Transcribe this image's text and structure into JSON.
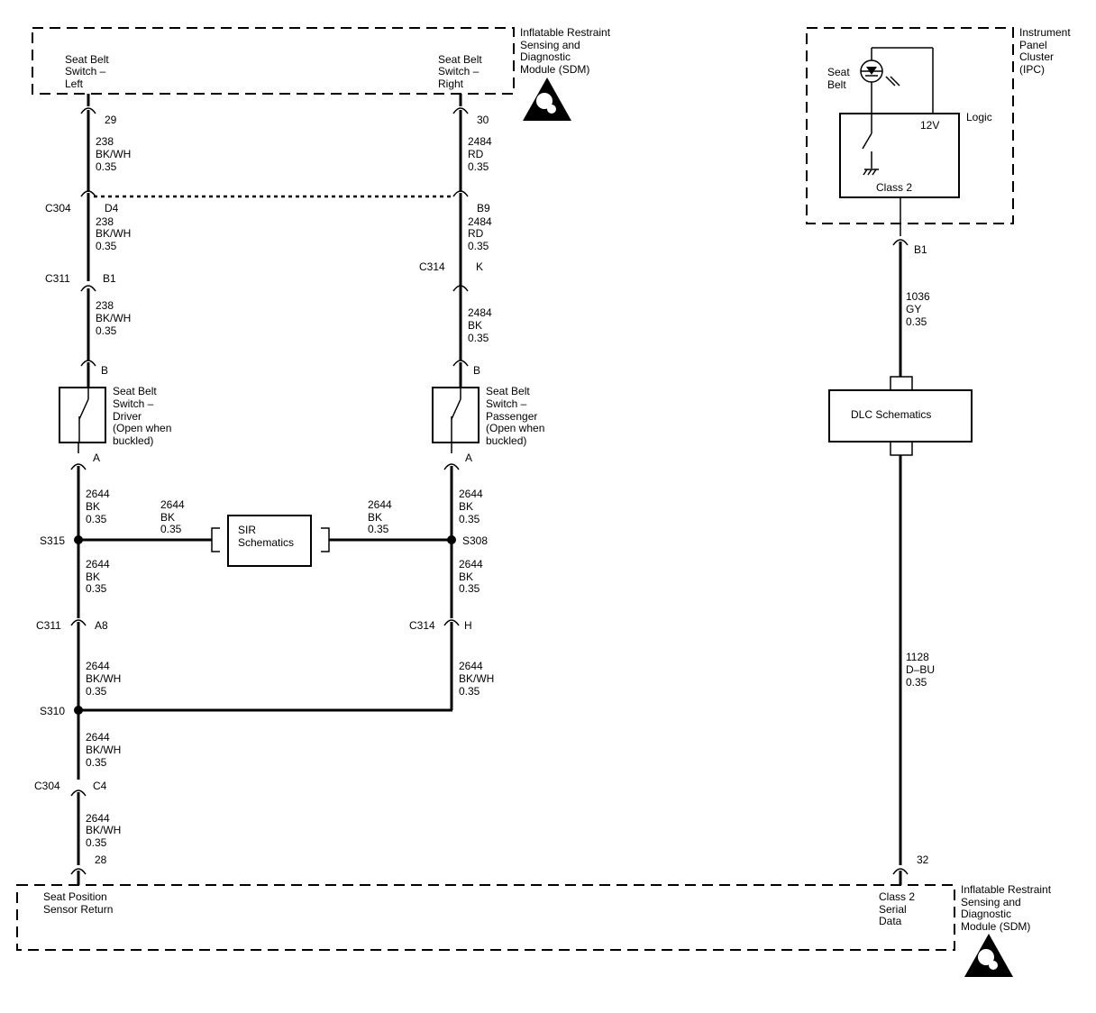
{
  "sdm_top": {
    "label": [
      "Inflatable Restraint",
      "Sensing and",
      "Diagnostic",
      "Module (SDM)"
    ],
    "left_pin": [
      "Seat Belt",
      "Switch –",
      "Left"
    ],
    "right_pin": [
      "Seat Belt",
      "Switch –",
      "Right"
    ]
  },
  "ipc": {
    "label": [
      "Instrument",
      "Panel",
      "Cluster",
      "(IPC)"
    ],
    "seat_belt": [
      "Seat",
      "Belt"
    ],
    "logic": "Logic",
    "v12": "12V",
    "class2": "Class 2",
    "pin_b1": "B1",
    "wire": [
      "1036",
      "GY",
      "0.35"
    ]
  },
  "dlc": {
    "label": "DLC Schematics"
  },
  "dlc_wire": [
    "1128",
    "D–BU",
    "0.35"
  ],
  "left_circuit": {
    "pin29": "29",
    "w1": [
      "238",
      "BK/WH",
      "0.35"
    ],
    "c304": "C304",
    "d4": "D4",
    "w2": [
      "238",
      "BK/WH",
      "0.35"
    ],
    "c311": "C311",
    "b1": "B1",
    "w3": [
      "238",
      "BK/WH",
      "0.35"
    ],
    "b": "B",
    "switch": [
      "Seat Belt",
      "Switch –",
      "Driver",
      "(Open when",
      "buckled)"
    ],
    "a": "A",
    "w4": [
      "2644",
      "BK",
      "0.35"
    ],
    "s315": "S315",
    "w5": [
      "2644",
      "BK",
      "0.35"
    ],
    "c311b": "C311",
    "a8": "A8",
    "w6": [
      "2644",
      "BK/WH",
      "0.35"
    ],
    "s310": "S310",
    "w7": [
      "2644",
      "BK/WH",
      "0.35"
    ],
    "c304b": "C304",
    "c4": "C4",
    "w8": [
      "2644",
      "BK/WH",
      "0.35"
    ],
    "pin28": "28"
  },
  "right_circuit": {
    "pin30": "30",
    "w1": [
      "2484",
      "RD",
      "0.35"
    ],
    "b9": "B9",
    "w2": [
      "2484",
      "RD",
      "0.35"
    ],
    "c314": "C314",
    "k": "K",
    "w3": [
      "2484",
      "BK",
      "0.35"
    ],
    "b": "B",
    "switch": [
      "Seat Belt",
      "Switch –",
      "Passenger",
      "(Open when",
      "buckled)"
    ],
    "a": "A",
    "w4": [
      "2644",
      "BK",
      "0.35"
    ],
    "s308": "S308",
    "w5": [
      "2644",
      "BK",
      "0.35"
    ],
    "c314b": "C314",
    "h": "H",
    "w6": [
      "2644",
      "BK/WH",
      "0.35"
    ]
  },
  "sir": {
    "label": [
      "SIR",
      "Schematics"
    ],
    "left_wire": [
      "2644",
      "BK",
      "0.35"
    ],
    "right_wire": [
      "2644",
      "BK",
      "0.35"
    ]
  },
  "sdm_bottom": {
    "label": [
      "Inflatable Restraint",
      "Sensing and",
      "Diagnostic",
      "Module (SDM)"
    ],
    "left_pin": [
      "Seat Position",
      "Sensor Return"
    ],
    "right_pin": [
      "Class 2",
      "Serial",
      "Data"
    ],
    "pin32": "32"
  }
}
